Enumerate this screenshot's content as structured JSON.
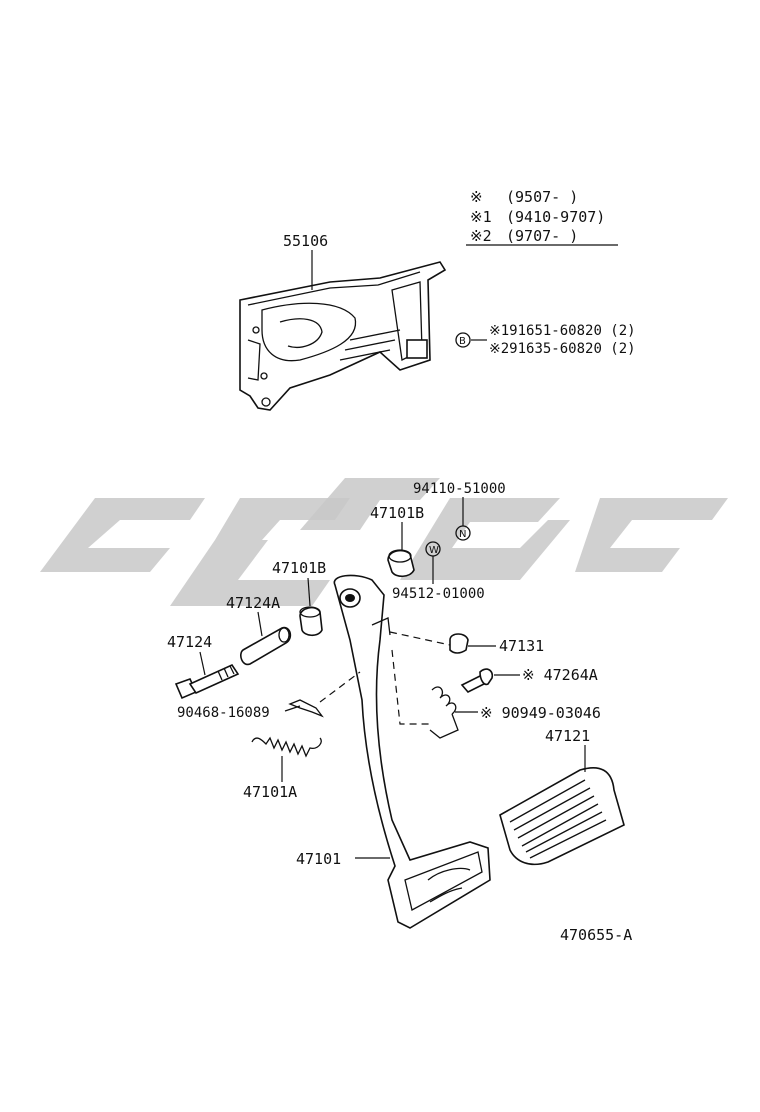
{
  "legend": {
    "rows": [
      {
        "mark": "※",
        "range": "(9507-     )"
      },
      {
        "mark": "※1",
        "range": "(9410-9707)"
      },
      {
        "mark": "※2",
        "range": "(9707-     )"
      }
    ]
  },
  "bolts_note": {
    "symbol": "B",
    "lines": [
      "※191651-60820 (2)",
      "※291635-60820 (2)"
    ]
  },
  "parts": {
    "bracket": "55106",
    "pedal_arm": "47101",
    "pad": "47121",
    "bolt": "47124",
    "collar": "47124A",
    "bushing_left": "47101B",
    "bushing_right": "47101B",
    "spring": "47101A",
    "clip": "90468-16089",
    "stopper": "47131",
    "switch_bolt": "※ 47264A",
    "switch_spring": "※ 90949-03046",
    "nut": "94110-51000",
    "washer": "94512-01000"
  },
  "nut_symbol": "N",
  "washer_symbol": "W",
  "diagram_code": "470655-A"
}
